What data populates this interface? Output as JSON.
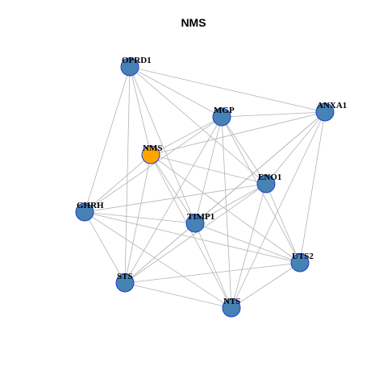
{
  "title": "NMS",
  "colors": {
    "default_node": "#4682B4",
    "highlight_node": "#FFA500",
    "node_border": "#1D3FD1",
    "edge": "#B3B3B3"
  },
  "nodes": [
    {
      "id": "OPRD1",
      "label": "OPRD1",
      "highlight": false
    },
    {
      "id": "MGP",
      "label": "MGP",
      "highlight": false
    },
    {
      "id": "ANXA1",
      "label": "ANXA1",
      "highlight": false
    },
    {
      "id": "NMS",
      "label": "NMS",
      "highlight": true
    },
    {
      "id": "ENO1",
      "label": "ENO1",
      "highlight": false
    },
    {
      "id": "GHRH",
      "label": "GHRH",
      "highlight": false
    },
    {
      "id": "TIMP1",
      "label": "TIMP1",
      "highlight": false
    },
    {
      "id": "UTS2",
      "label": "UTS2",
      "highlight": false
    },
    {
      "id": "STS",
      "label": "STS",
      "highlight": false
    },
    {
      "id": "NTS",
      "label": "NTS",
      "highlight": false
    }
  ],
  "edges": [
    [
      "OPRD1",
      "MGP"
    ],
    [
      "OPRD1",
      "ANXA1"
    ],
    [
      "OPRD1",
      "NMS"
    ],
    [
      "OPRD1",
      "ENO1"
    ],
    [
      "OPRD1",
      "GHRH"
    ],
    [
      "OPRD1",
      "TIMP1"
    ],
    [
      "OPRD1",
      "STS"
    ],
    [
      "MGP",
      "ANXA1"
    ],
    [
      "MGP",
      "NMS"
    ],
    [
      "MGP",
      "ENO1"
    ],
    [
      "MGP",
      "GHRH"
    ],
    [
      "MGP",
      "TIMP1"
    ],
    [
      "MGP",
      "UTS2"
    ],
    [
      "MGP",
      "STS"
    ],
    [
      "MGP",
      "NTS"
    ],
    [
      "ANXA1",
      "NMS"
    ],
    [
      "ANXA1",
      "ENO1"
    ],
    [
      "ANXA1",
      "TIMP1"
    ],
    [
      "ANXA1",
      "UTS2"
    ],
    [
      "ANXA1",
      "NTS"
    ],
    [
      "ANXA1",
      "STS"
    ],
    [
      "NMS",
      "ENO1"
    ],
    [
      "NMS",
      "GHRH"
    ],
    [
      "NMS",
      "TIMP1"
    ],
    [
      "NMS",
      "UTS2"
    ],
    [
      "NMS",
      "STS"
    ],
    [
      "NMS",
      "NTS"
    ],
    [
      "ENO1",
      "GHRH"
    ],
    [
      "ENO1",
      "TIMP1"
    ],
    [
      "ENO1",
      "UTS2"
    ],
    [
      "ENO1",
      "NTS"
    ],
    [
      "ENO1",
      "STS"
    ],
    [
      "GHRH",
      "TIMP1"
    ],
    [
      "GHRH",
      "UTS2"
    ],
    [
      "GHRH",
      "STS"
    ],
    [
      "GHRH",
      "NTS"
    ],
    [
      "TIMP1",
      "STS"
    ],
    [
      "TIMP1",
      "NTS"
    ],
    [
      "TIMP1",
      "UTS2"
    ],
    [
      "UTS2",
      "STS"
    ],
    [
      "UTS2",
      "NTS"
    ],
    [
      "STS",
      "NTS"
    ]
  ]
}
